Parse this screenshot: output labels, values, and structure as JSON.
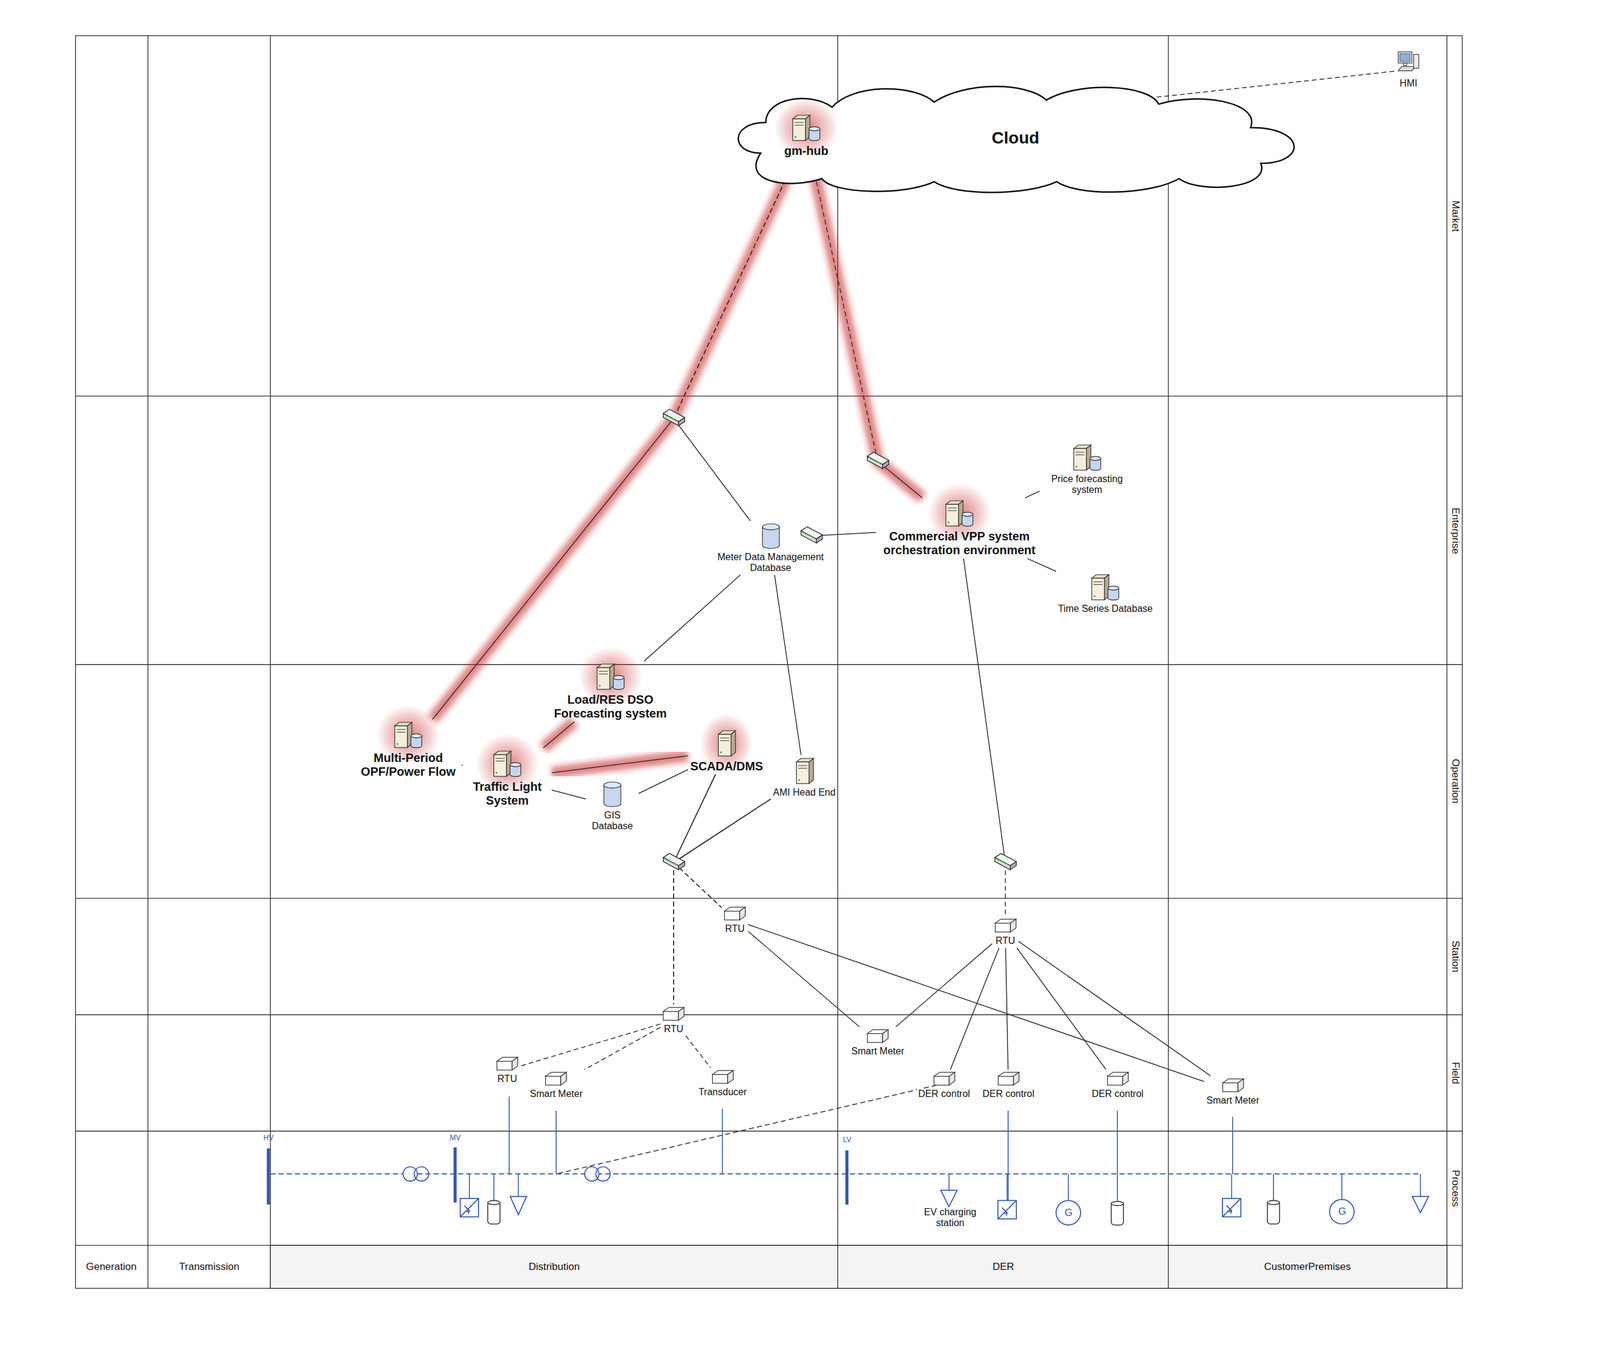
{
  "diagram": {
    "nodes": [
      {
        "text": [
          "Cloud"
        ]
      },
      {
        "text": [
          "gm-hub"
        ],
        "in": 0
      },
      {
        "text": [
          "HMI"
        ]
      },
      {
        "text": [
          "Commercial VPP system orchestration environment"
        ]
      },
      {
        "text": [
          "Price forecasting system"
        ]
      },
      {
        "text": [
          "Meter Data Management Database"
        ]
      },
      {
        "text": [
          "Time Series Database"
        ]
      },
      {
        "text": [
          "Load/RES DSO Forecasting system"
        ]
      },
      {
        "text": [
          "Multi-Period OPF/Power Flow"
        ]
      },
      {
        "text": [
          "SCADA/DMS"
        ]
      },
      {
        "text": [
          "Traffic Light System"
        ]
      },
      {
        "text": [
          "AMI Head End"
        ]
      },
      {
        "text": [
          "GIS Database"
        ]
      },
      {
        "text": [
          "RTU"
        ]
      },
      {
        "text": [
          "RTU"
        ]
      },
      {
        "text": [
          "RTU"
        ]
      },
      {
        "text": [
          "Smart Meter"
        ]
      },
      {
        "text": [
          "RTU"
        ]
      },
      {
        "text": [
          "Smart Meter"
        ]
      },
      {
        "text": [
          "Transducer"
        ]
      },
      {
        "text": [
          "DER control"
        ]
      },
      {
        "text": [
          "DER control"
        ]
      },
      {
        "text": [
          "DER control"
        ]
      },
      {
        "text": [
          "Smart Meter"
        ]
      }
    ],
    "edges": [
      {
        "from": 1,
        "to": 2,
        "arrow": "none"
      },
      {
        "from": 1,
        "to": 8,
        "arrow": "none"
      },
      {
        "from": 1,
        "to": 5,
        "arrow": "none"
      },
      {
        "from": 1,
        "to": 3,
        "arrow": "none"
      },
      {
        "from": 3,
        "to": 4,
        "arrow": "none"
      },
      {
        "from": 3,
        "to": 6,
        "arrow": "none"
      },
      {
        "from": 5,
        "to": 3,
        "arrow": "none"
      },
      {
        "from": 5,
        "to": 7,
        "arrow": "none"
      },
      {
        "from": 5,
        "to": 11,
        "arrow": "none"
      },
      {
        "from": 8,
        "to": 10,
        "arrow": "none"
      },
      {
        "from": 10,
        "to": 7,
        "arrow": "none"
      },
      {
        "from": 10,
        "to": 9,
        "arrow": "none"
      },
      {
        "from": 10,
        "to": 12,
        "arrow": "none"
      },
      {
        "from": 12,
        "to": 9,
        "arrow": "none"
      },
      {
        "from": 9,
        "to": 13,
        "arrow": "none"
      },
      {
        "from": 9,
        "to": 15,
        "arrow": "none"
      },
      {
        "from": 11,
        "to": 13,
        "arrow": "none"
      },
      {
        "from": 11,
        "to": 15,
        "arrow": "none"
      },
      {
        "from": 3,
        "to": 14,
        "arrow": "none"
      },
      {
        "from": 13,
        "to": 16,
        "arrow": "none"
      },
      {
        "from": 13,
        "to": 23,
        "arrow": "none"
      },
      {
        "from": 14,
        "to": 16,
        "arrow": "none"
      },
      {
        "from": 14,
        "to": 20,
        "arrow": "none"
      },
      {
        "from": 14,
        "to": 21,
        "arrow": "none"
      },
      {
        "from": 14,
        "to": 22,
        "arrow": "none"
      },
      {
        "from": 14,
        "to": 23,
        "arrow": "none"
      },
      {
        "from": 15,
        "to": 17,
        "arrow": "none"
      },
      {
        "from": 15,
        "to": 18,
        "arrow": "none"
      },
      {
        "from": 15,
        "to": 19,
        "arrow": "none"
      }
    ],
    "labels": [
      "Market",
      "Enterprise",
      "Operation",
      "Station",
      "Field",
      "Process",
      "Generation",
      "Transmission",
      "Distribution",
      "DER",
      "CustomerPremises",
      "HV",
      "MV",
      "LV",
      "EV charging station",
      "G",
      "G"
    ]
  }
}
